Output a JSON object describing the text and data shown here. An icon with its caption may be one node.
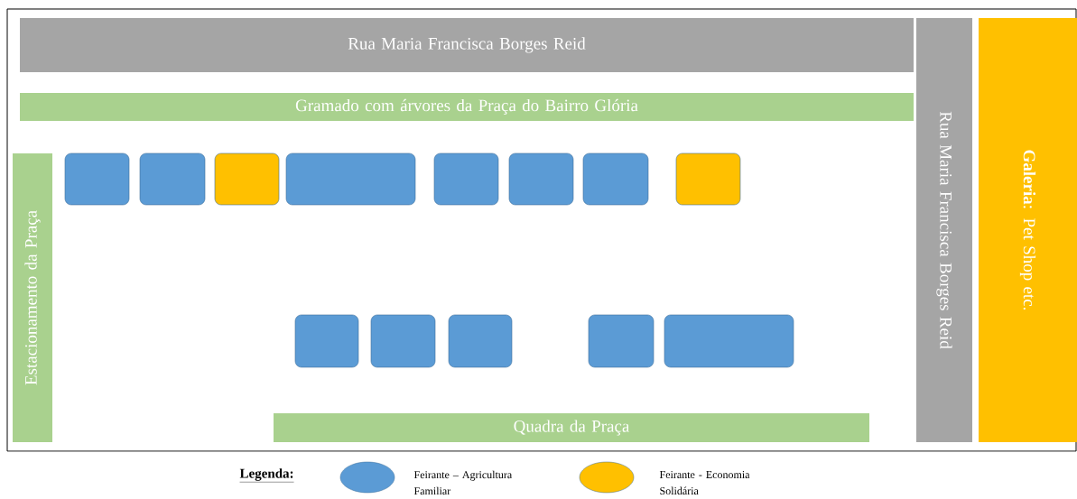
{
  "diagram": {
    "nodes": [
      {
        "text": [
          "Rua Maria Francisca Borges Reid"
        ]
      },
      {
        "text": [
          "Gramado com árvores da Praça do Bairro Glória"
        ]
      },
      {
        "text": [
          "Estacionamento da Praça"
        ]
      },
      {
        "text": [
          "Rua Maria Francisca Borges Reid"
        ]
      },
      {
        "text": [
          "**Galeria**: Pet Shop etc."
        ]
      },
      {
        "text": [
          "Quadra da Praça"
        ]
      },
      {
        "text": [],
        "shape": "box"
      },
      {
        "text": [],
        "shape": "box"
      },
      {
        "text": [],
        "shape": "box"
      },
      {
        "text": [],
        "shape": "box"
      },
      {
        "text": [],
        "shape": "box"
      },
      {
        "text": [],
        "shape": "box"
      },
      {
        "text": [],
        "shape": "box"
      },
      {
        "text": [],
        "shape": "box"
      },
      {
        "text": [],
        "shape": "box"
      },
      {
        "text": [],
        "shape": "box"
      },
      {
        "text": [],
        "shape": "box"
      },
      {
        "text": [],
        "shape": "box"
      },
      {
        "text": [],
        "shape": "box"
      }
    ],
    "labels": [
      "Legenda:"
    ],
    "legend": [
      {
        "text": "Feirante – Agricultura Familiar",
        "color": "#5b9bd5"
      },
      {
        "text": "Feirante - Economia Solidária",
        "color": "#ffc000"
      }
    ]
  }
}
